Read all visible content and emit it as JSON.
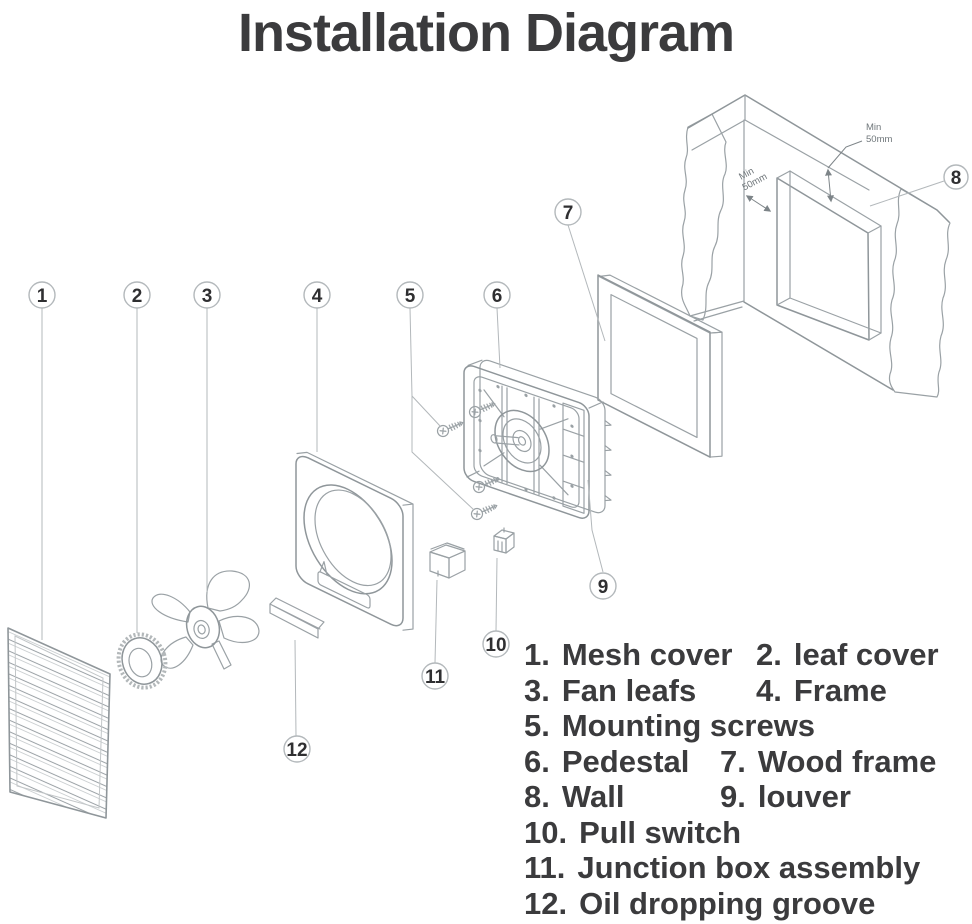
{
  "title": "Installation Diagram",
  "callouts": {
    "c1": "1",
    "c2": "2",
    "c3": "3",
    "c4": "4",
    "c5": "5",
    "c6": "6",
    "c7": "7",
    "c8": "8",
    "c9": "9",
    "c10": "10",
    "c11": "11",
    "c12": "12"
  },
  "dimensions": {
    "min": "Min",
    "value": "50mm"
  },
  "legend": {
    "rows": [
      {
        "cells": [
          {
            "num": "1.",
            "label": "Mesh cover"
          },
          {
            "num": "2.",
            "label": "leaf cover"
          }
        ]
      },
      {
        "cells": [
          {
            "num": "3.",
            "label": "Fan leafs"
          },
          {
            "num": "4.",
            "label": "Frame"
          }
        ]
      },
      {
        "cells": [
          {
            "num": "5.",
            "label": "Mounting screws"
          }
        ]
      },
      {
        "cells": [
          {
            "num": "6.",
            "label": "Pedestal"
          },
          {
            "num": "7.",
            "label": "Wood frame"
          }
        ]
      },
      {
        "cells": [
          {
            "num": "8.",
            "label": "Wall"
          },
          {
            "num": "9.",
            "label": "louver"
          }
        ]
      },
      {
        "cells": [
          {
            "num": "10.",
            "label": "Pull switch"
          }
        ]
      },
      {
        "cells": [
          {
            "num": "11.",
            "label": "Junction box assembly"
          }
        ]
      },
      {
        "cells": [
          {
            "num": "12.",
            "label": "Oil dropping groove"
          }
        ]
      }
    ]
  },
  "colors": {
    "line": "#9aa1a5",
    "text": "#3b3b3d",
    "dim_text": "#6f767a",
    "callout_stroke": "#b3b8bb"
  }
}
